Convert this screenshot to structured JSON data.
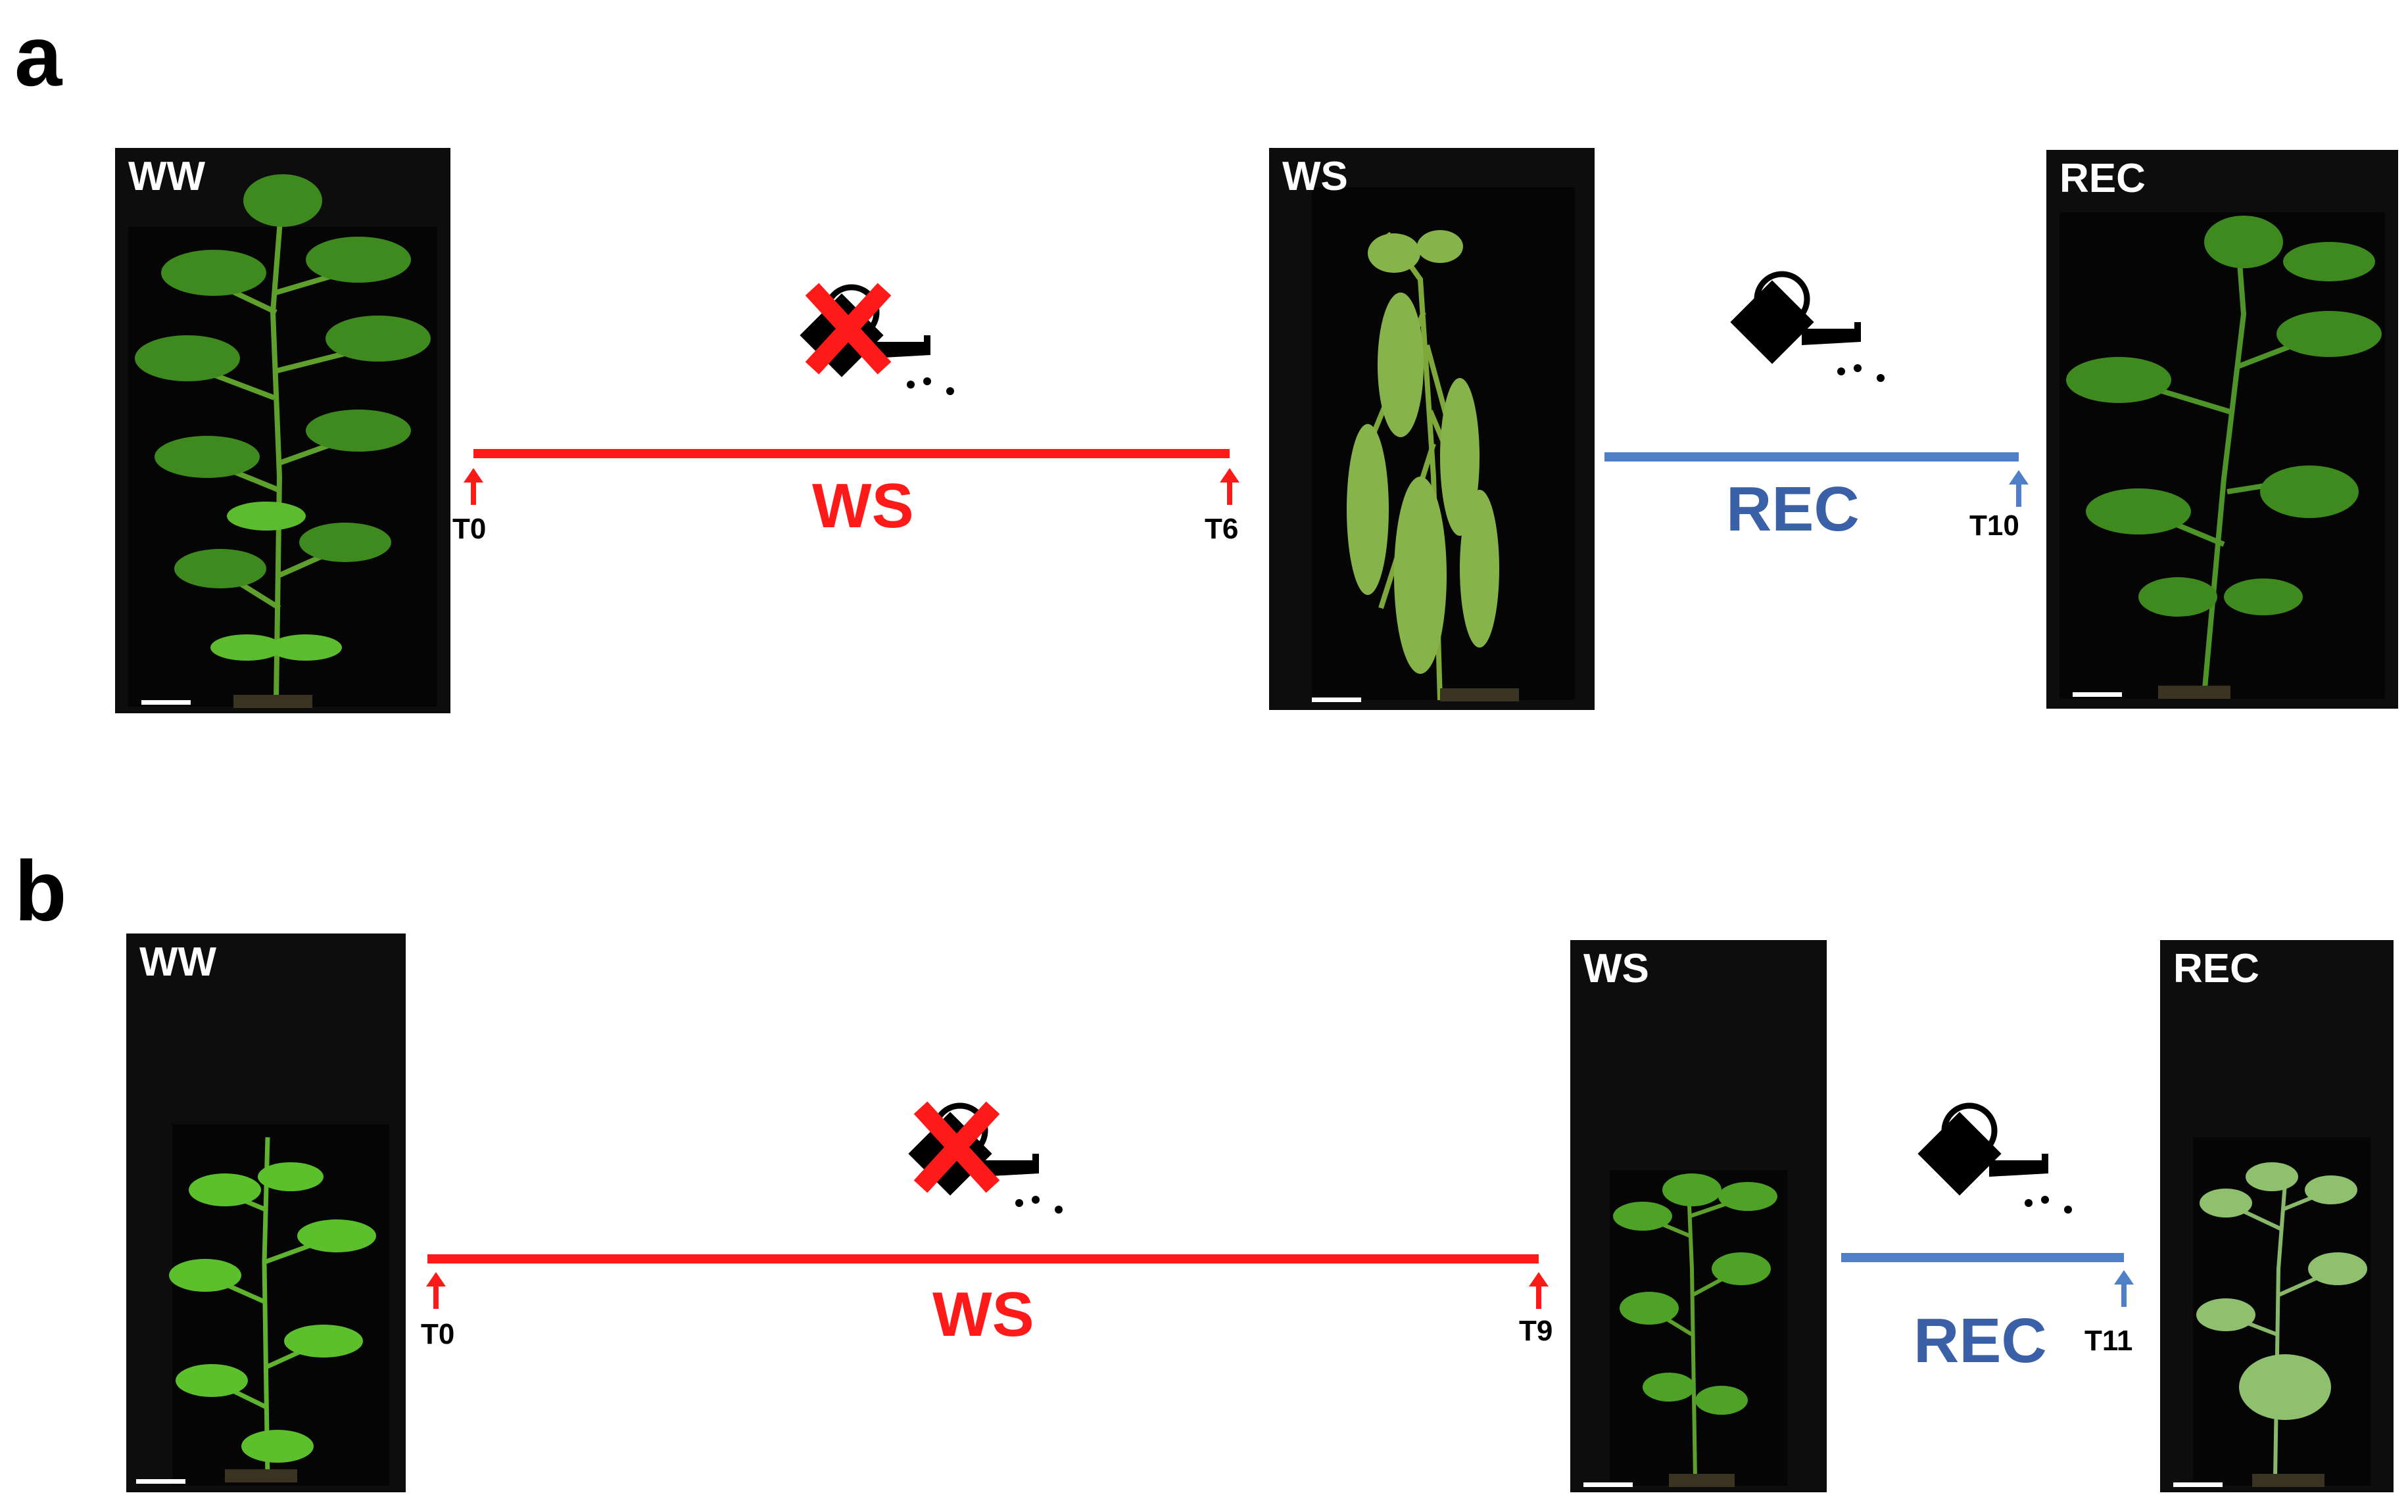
{
  "panels": [
    {
      "letter": "a",
      "photos": [
        {
          "label": "WW",
          "state": "healthy"
        },
        {
          "label": "WS",
          "state": "wilted"
        },
        {
          "label": "REC",
          "state": "recovered"
        }
      ],
      "stress": {
        "label": "WS",
        "start": "T0",
        "end": "T6"
      },
      "recovery": {
        "label": "REC",
        "end": "T10"
      }
    },
    {
      "letter": "b",
      "photos": [
        {
          "label": "WW",
          "state": "healthy"
        },
        {
          "label": "WS",
          "state": "wilted"
        },
        {
          "label": "REC",
          "state": "recovered"
        }
      ],
      "stress": {
        "label": "WS",
        "start": "T0",
        "end": "T9"
      },
      "recovery": {
        "label": "REC",
        "end": "T11"
      }
    }
  ],
  "icons": {
    "no_water": "watering-can-crossed-icon",
    "water": "watering-can-icon",
    "arrow": "up-arrow-icon"
  },
  "colors": {
    "stress": "#ff1a1a",
    "recovery": "#3a60a8",
    "recovery_line": "#4f7fc7"
  }
}
